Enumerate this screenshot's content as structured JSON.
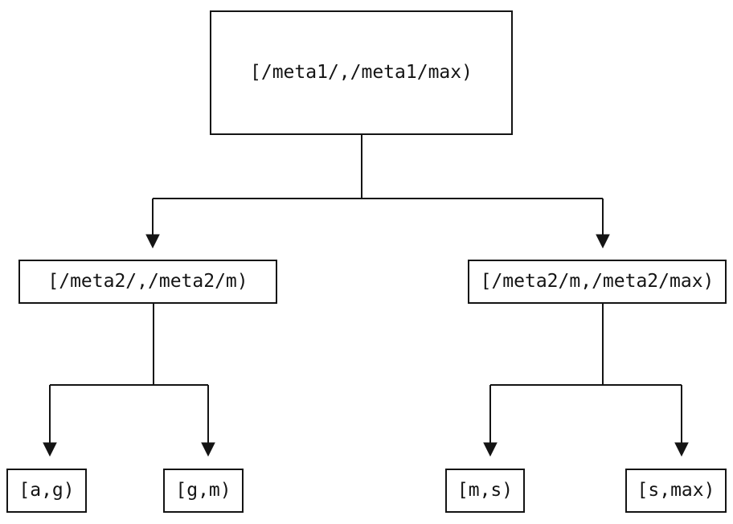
{
  "diagram": {
    "type": "tree",
    "colors": {
      "background": "#ffffff",
      "line": "#141414",
      "text": "#141414"
    },
    "nodes": [
      {
        "id": "root",
        "label": "[/meta1/,/meta1/max)"
      },
      {
        "id": "meta2-low",
        "label": "[/meta2/,/meta2/m)"
      },
      {
        "id": "meta2-high",
        "label": "[/meta2/m,/meta2/max)"
      },
      {
        "id": "leaf-ag",
        "label": "[a,g)"
      },
      {
        "id": "leaf-gm",
        "label": "[g,m)"
      },
      {
        "id": "leaf-ms",
        "label": "[m,s)"
      },
      {
        "id": "leaf-smax",
        "label": "[s,max)"
      }
    ],
    "edges": [
      {
        "from": "root",
        "to": "meta2-low"
      },
      {
        "from": "root",
        "to": "meta2-high"
      },
      {
        "from": "meta2-low",
        "to": "leaf-ag"
      },
      {
        "from": "meta2-low",
        "to": "leaf-gm"
      },
      {
        "from": "meta2-high",
        "to": "leaf-ms"
      },
      {
        "from": "meta2-high",
        "to": "leaf-smax"
      }
    ]
  }
}
